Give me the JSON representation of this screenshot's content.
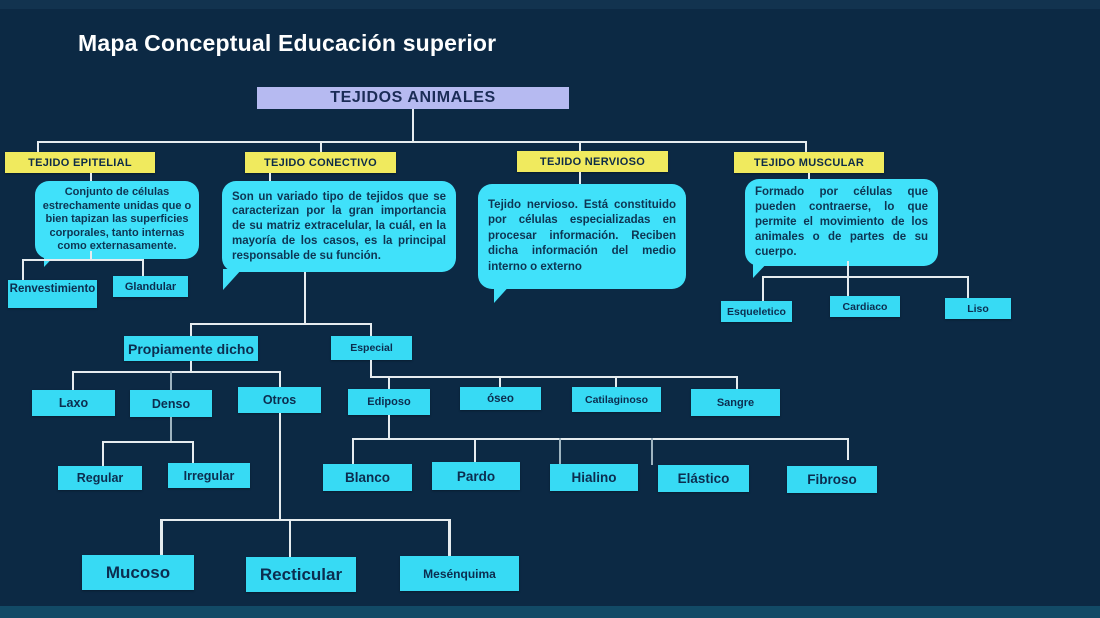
{
  "title": "Mapa Conceptual Educación superior",
  "root_label": "TEJIDOS ANIMALES",
  "branches": {
    "epitelial": {
      "header": "TEJIDO EPITELIAL",
      "description": "Conjunto de células estrechamente unidas que o bien tapizan las superficies corporales, tanto internas como externasamente."
    },
    "conectivo": {
      "header": "TEJIDO CONECTIVO",
      "description": "Son un variado tipo de tejidos que se caracterizan por la gran importancia de su matriz extracelular, la cuál, en la mayoría de los casos, es la principal responsable de su función."
    },
    "nervioso": {
      "header": "TEJIDO NERVIOSO",
      "description": "Tejido nervioso. Está constituido por células especializadas en procesar información. Reciben dicha información del medio interno o externo"
    },
    "muscular": {
      "header": "TEJIDO MUSCULAR",
      "description": "Formado por células que pueden contraerse, lo que permite el movimiento de los animales o de partes de su cuerpo."
    }
  },
  "nodes": {
    "renvestimiento": "Renvestimiento",
    "glandular": "Glandular",
    "esqueletico": "Esqueletico",
    "cardiaco": "Cardiaco",
    "liso": "Liso",
    "propiamente_dicho": "Propiamente dicho",
    "especial": "Especial",
    "laxo": "Laxo",
    "denso": "Denso",
    "otros": "Otros",
    "ediposo": "Ediposo",
    "oseo": "óseo",
    "catilaginoso": "Catilaginoso",
    "sangre": "Sangre",
    "regular": "Regular",
    "irregular": "Irregular",
    "blanco": "Blanco",
    "pardo": "Pardo",
    "hialino": "Hialino",
    "elastico": "Elástico",
    "fibroso": "Fibroso",
    "mucoso": "Mucoso",
    "recticular": "Recticular",
    "mesenquima": "Mesénquima"
  },
  "colors": {
    "background": "#0c2944",
    "node_cyan": "#37daf4",
    "bubble_cyan": "#40e1fa",
    "header_yellow": "#f0ea5e",
    "root_lavender": "#b6baf1",
    "text_navy": "#0c2d4f",
    "title_white": "#ffffff",
    "connector": "#e6ecef"
  }
}
